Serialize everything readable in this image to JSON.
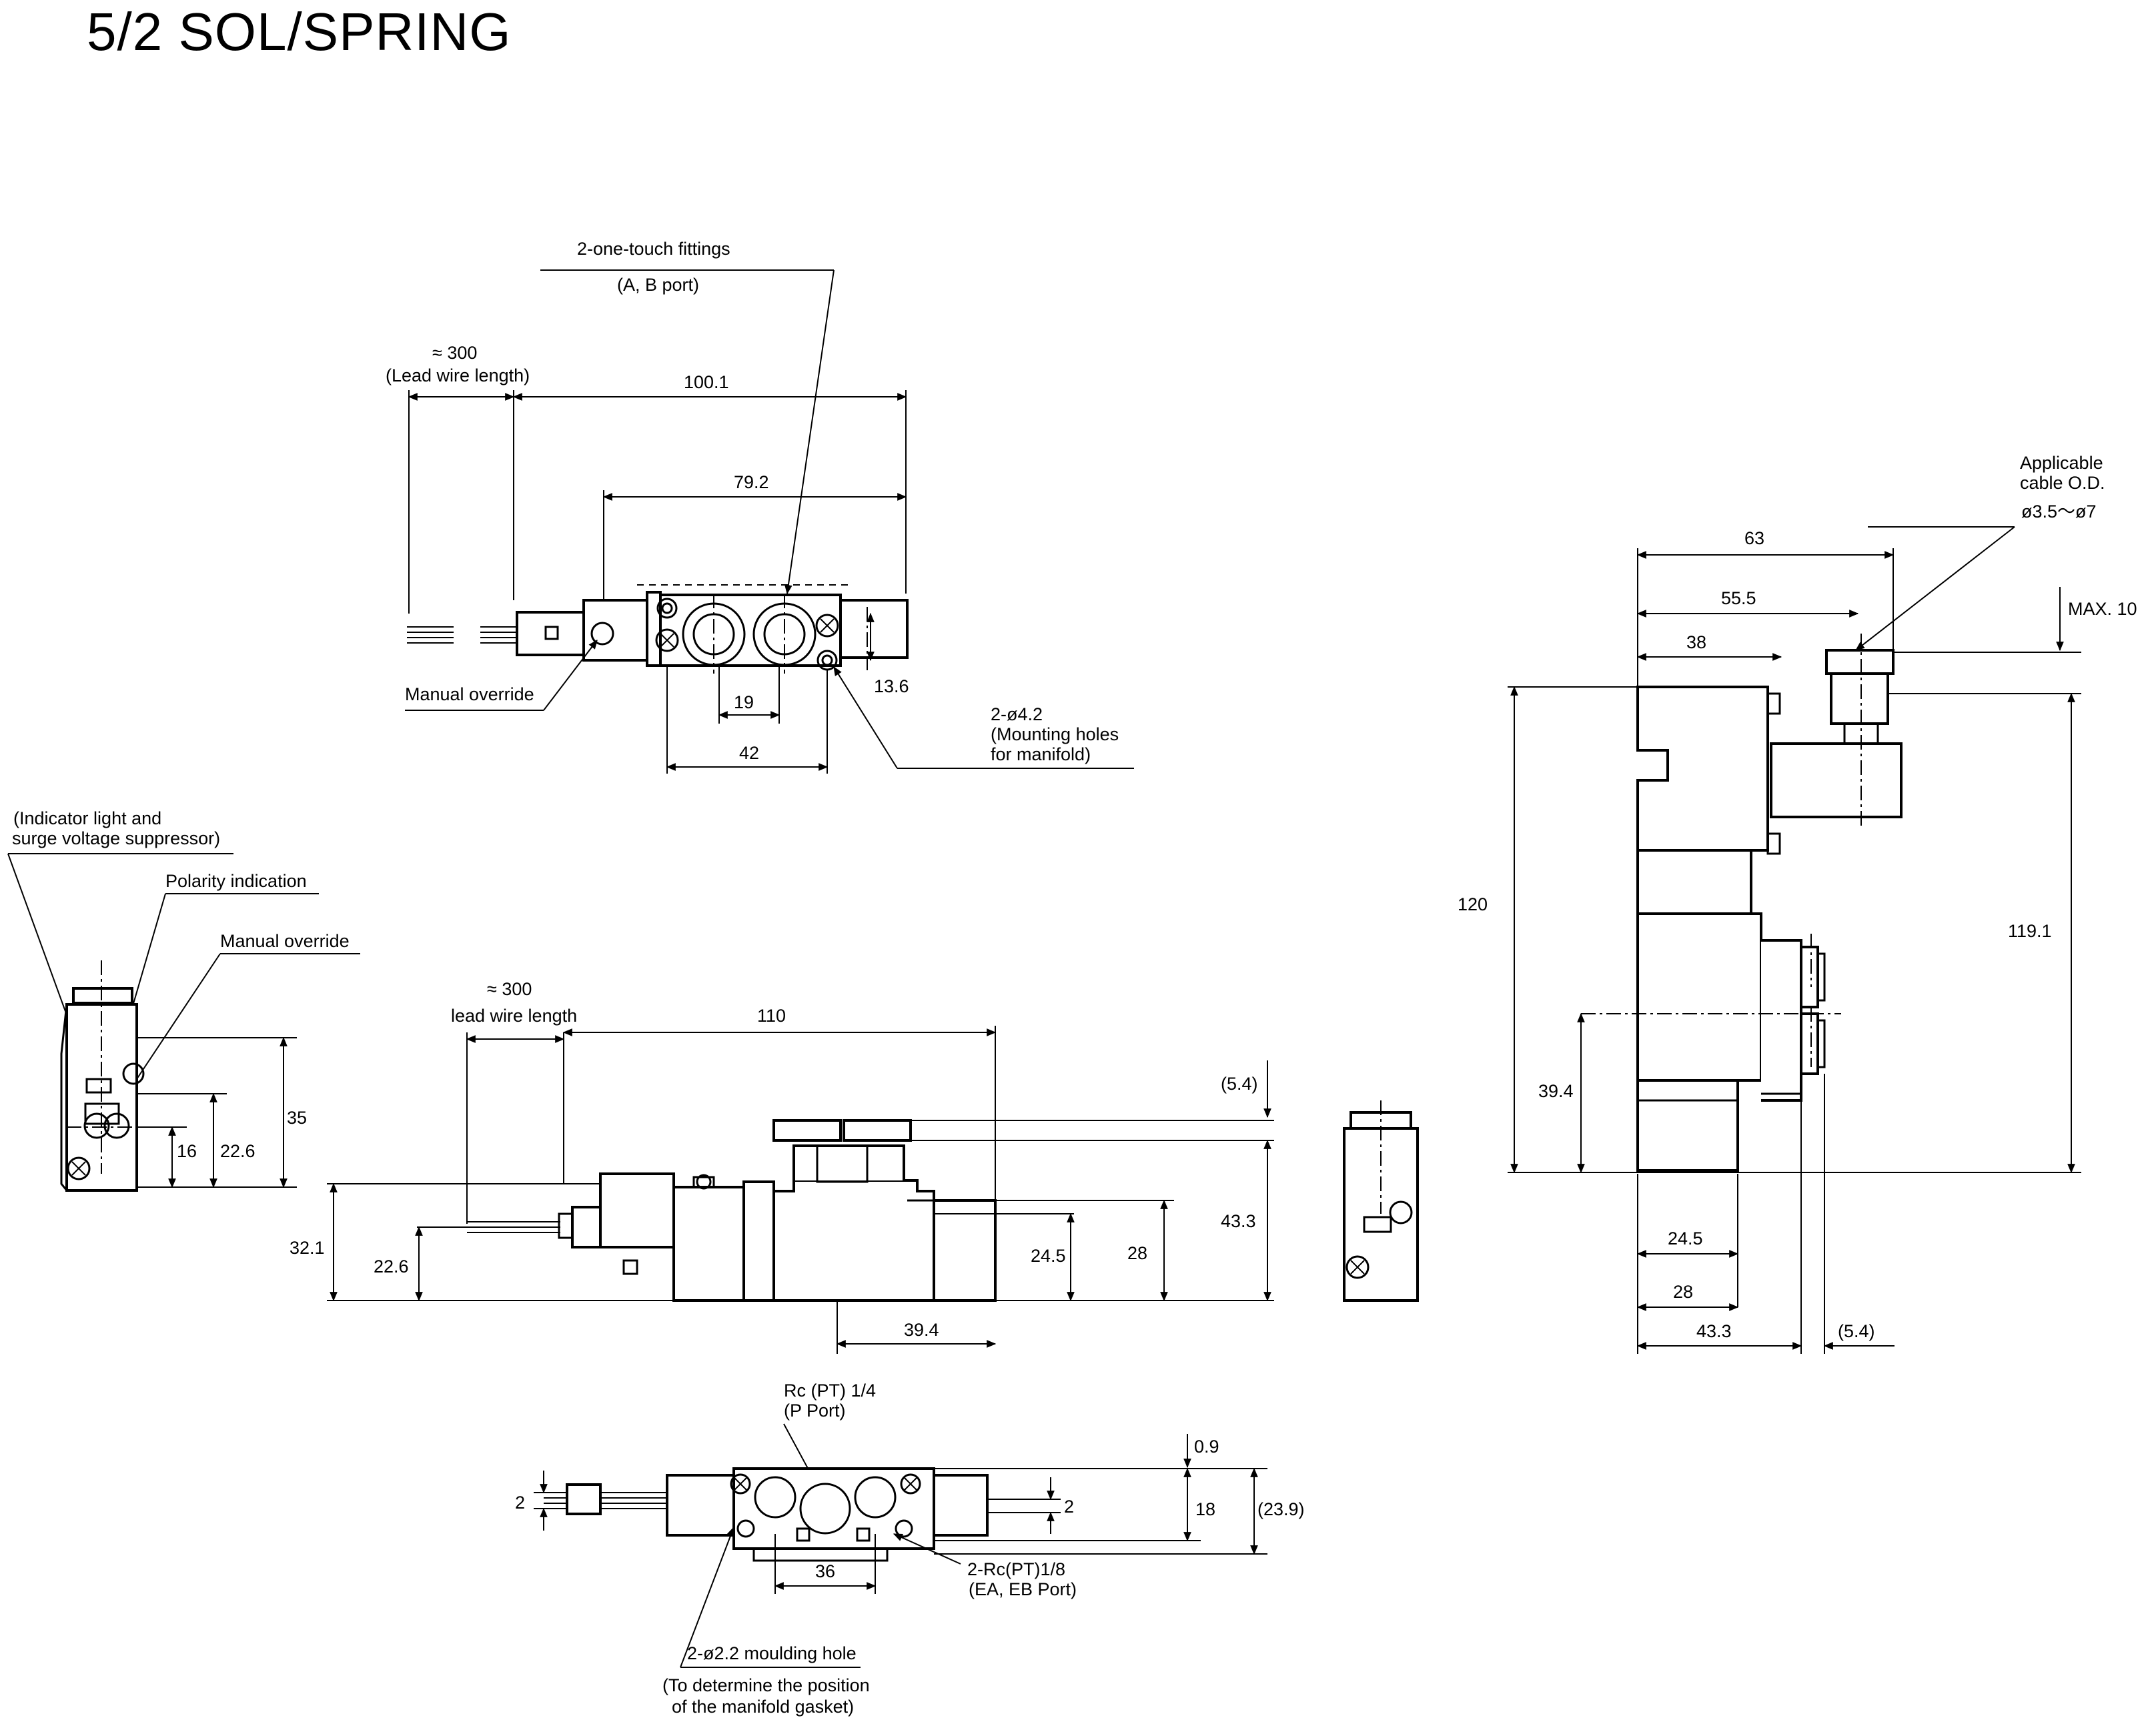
{
  "title": "5/2  SOL/SPRING",
  "top_view": {
    "fittings_label": "2-one-touch fittings",
    "fittings_sub": "(A, B port)",
    "lead_len": "≈ 300",
    "lead_label": "(Lead wire length)",
    "dim_100_1": "100.1",
    "dim_79_2": "79.2",
    "manual_override": "Manual override",
    "dim_13_6": "13.6",
    "dim_19": "19",
    "dim_42": "42",
    "mount_1": "2-ø4.2",
    "mount_2": "(Mounting holes",
    "mount_3": "for manifold)"
  },
  "end_view": {
    "indicator_1": "(Indicator light and",
    "indicator_2": "surge voltage suppressor)",
    "polarity": "Polarity indication",
    "manual_override": "Manual override",
    "dim_35": "35",
    "dim_22_6": "22.6",
    "dim_16": "16"
  },
  "front_view": {
    "lead_len": "≈ 300",
    "lead_label": "lead wire length",
    "dim_110": "110",
    "dim_5_4": "(5.4)",
    "dim_32_1": "32.1",
    "dim_22_6": "22.6",
    "dim_24_5": "24.5",
    "dim_28": "28",
    "dim_43_3": "43.3",
    "dim_39_4": "39.4"
  },
  "bottom_view": {
    "p_port_1": "Rc (PT) 1/4",
    "p_port_2": "(P Port)",
    "dim_0_9": "0.9",
    "dim_2_left": "2",
    "dim_2_right": "2",
    "dim_18": "18",
    "dim_23_9": "(23.9)",
    "dim_36": "36",
    "exh_1": "2-Rc(PT)1/8",
    "exh_2": "(EA, EB Port)",
    "mould_1": "2-ø2.2 moulding hole",
    "mould_2": "(To determine the position",
    "mould_3": "of the manifold gasket)"
  },
  "din_view": {
    "cable_1": "Applicable",
    "cable_2": "cable O.D.",
    "cable_3": "ø3.5～ø7",
    "dim_63": "63",
    "dim_55_5": "55.5",
    "dim_max10": "MAX. 10",
    "dim_38": "38",
    "dim_120": "120",
    "dim_119_1": "119.1",
    "dim_39_4": "39.4",
    "dim_24_5": "24.5",
    "dim_28": "28",
    "dim_43_3": "43.3",
    "dim_5_4": "(5.4)"
  }
}
